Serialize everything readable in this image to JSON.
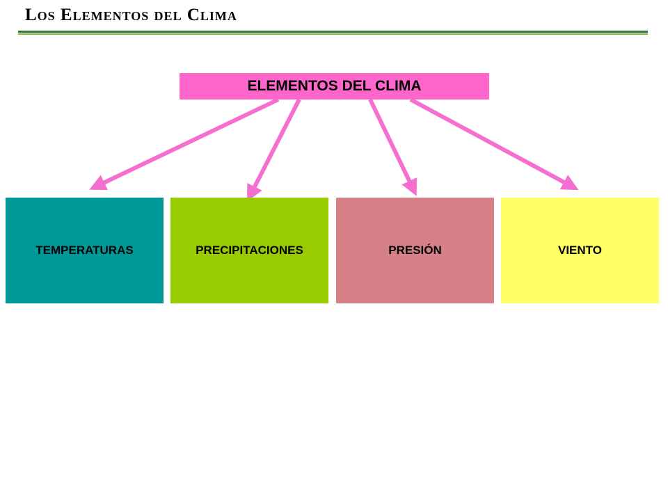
{
  "title": "Los Elementos del Clima",
  "root": {
    "label": "ELEMENTOS DEL CLIMA",
    "color": "#ff66cc"
  },
  "arrow_color": "#f56fd0",
  "rule_colors": [
    "#2e7d32",
    "#7cb342"
  ],
  "elements": [
    {
      "label": "TEMPERATURAS",
      "color": "#009999"
    },
    {
      "label": "PRECIPITACIONES",
      "color": "#99cc00"
    },
    {
      "label": "PRESIÓN",
      "color": "#d68087"
    },
    {
      "label": "VIENTO",
      "color": "#ffff66"
    }
  ]
}
